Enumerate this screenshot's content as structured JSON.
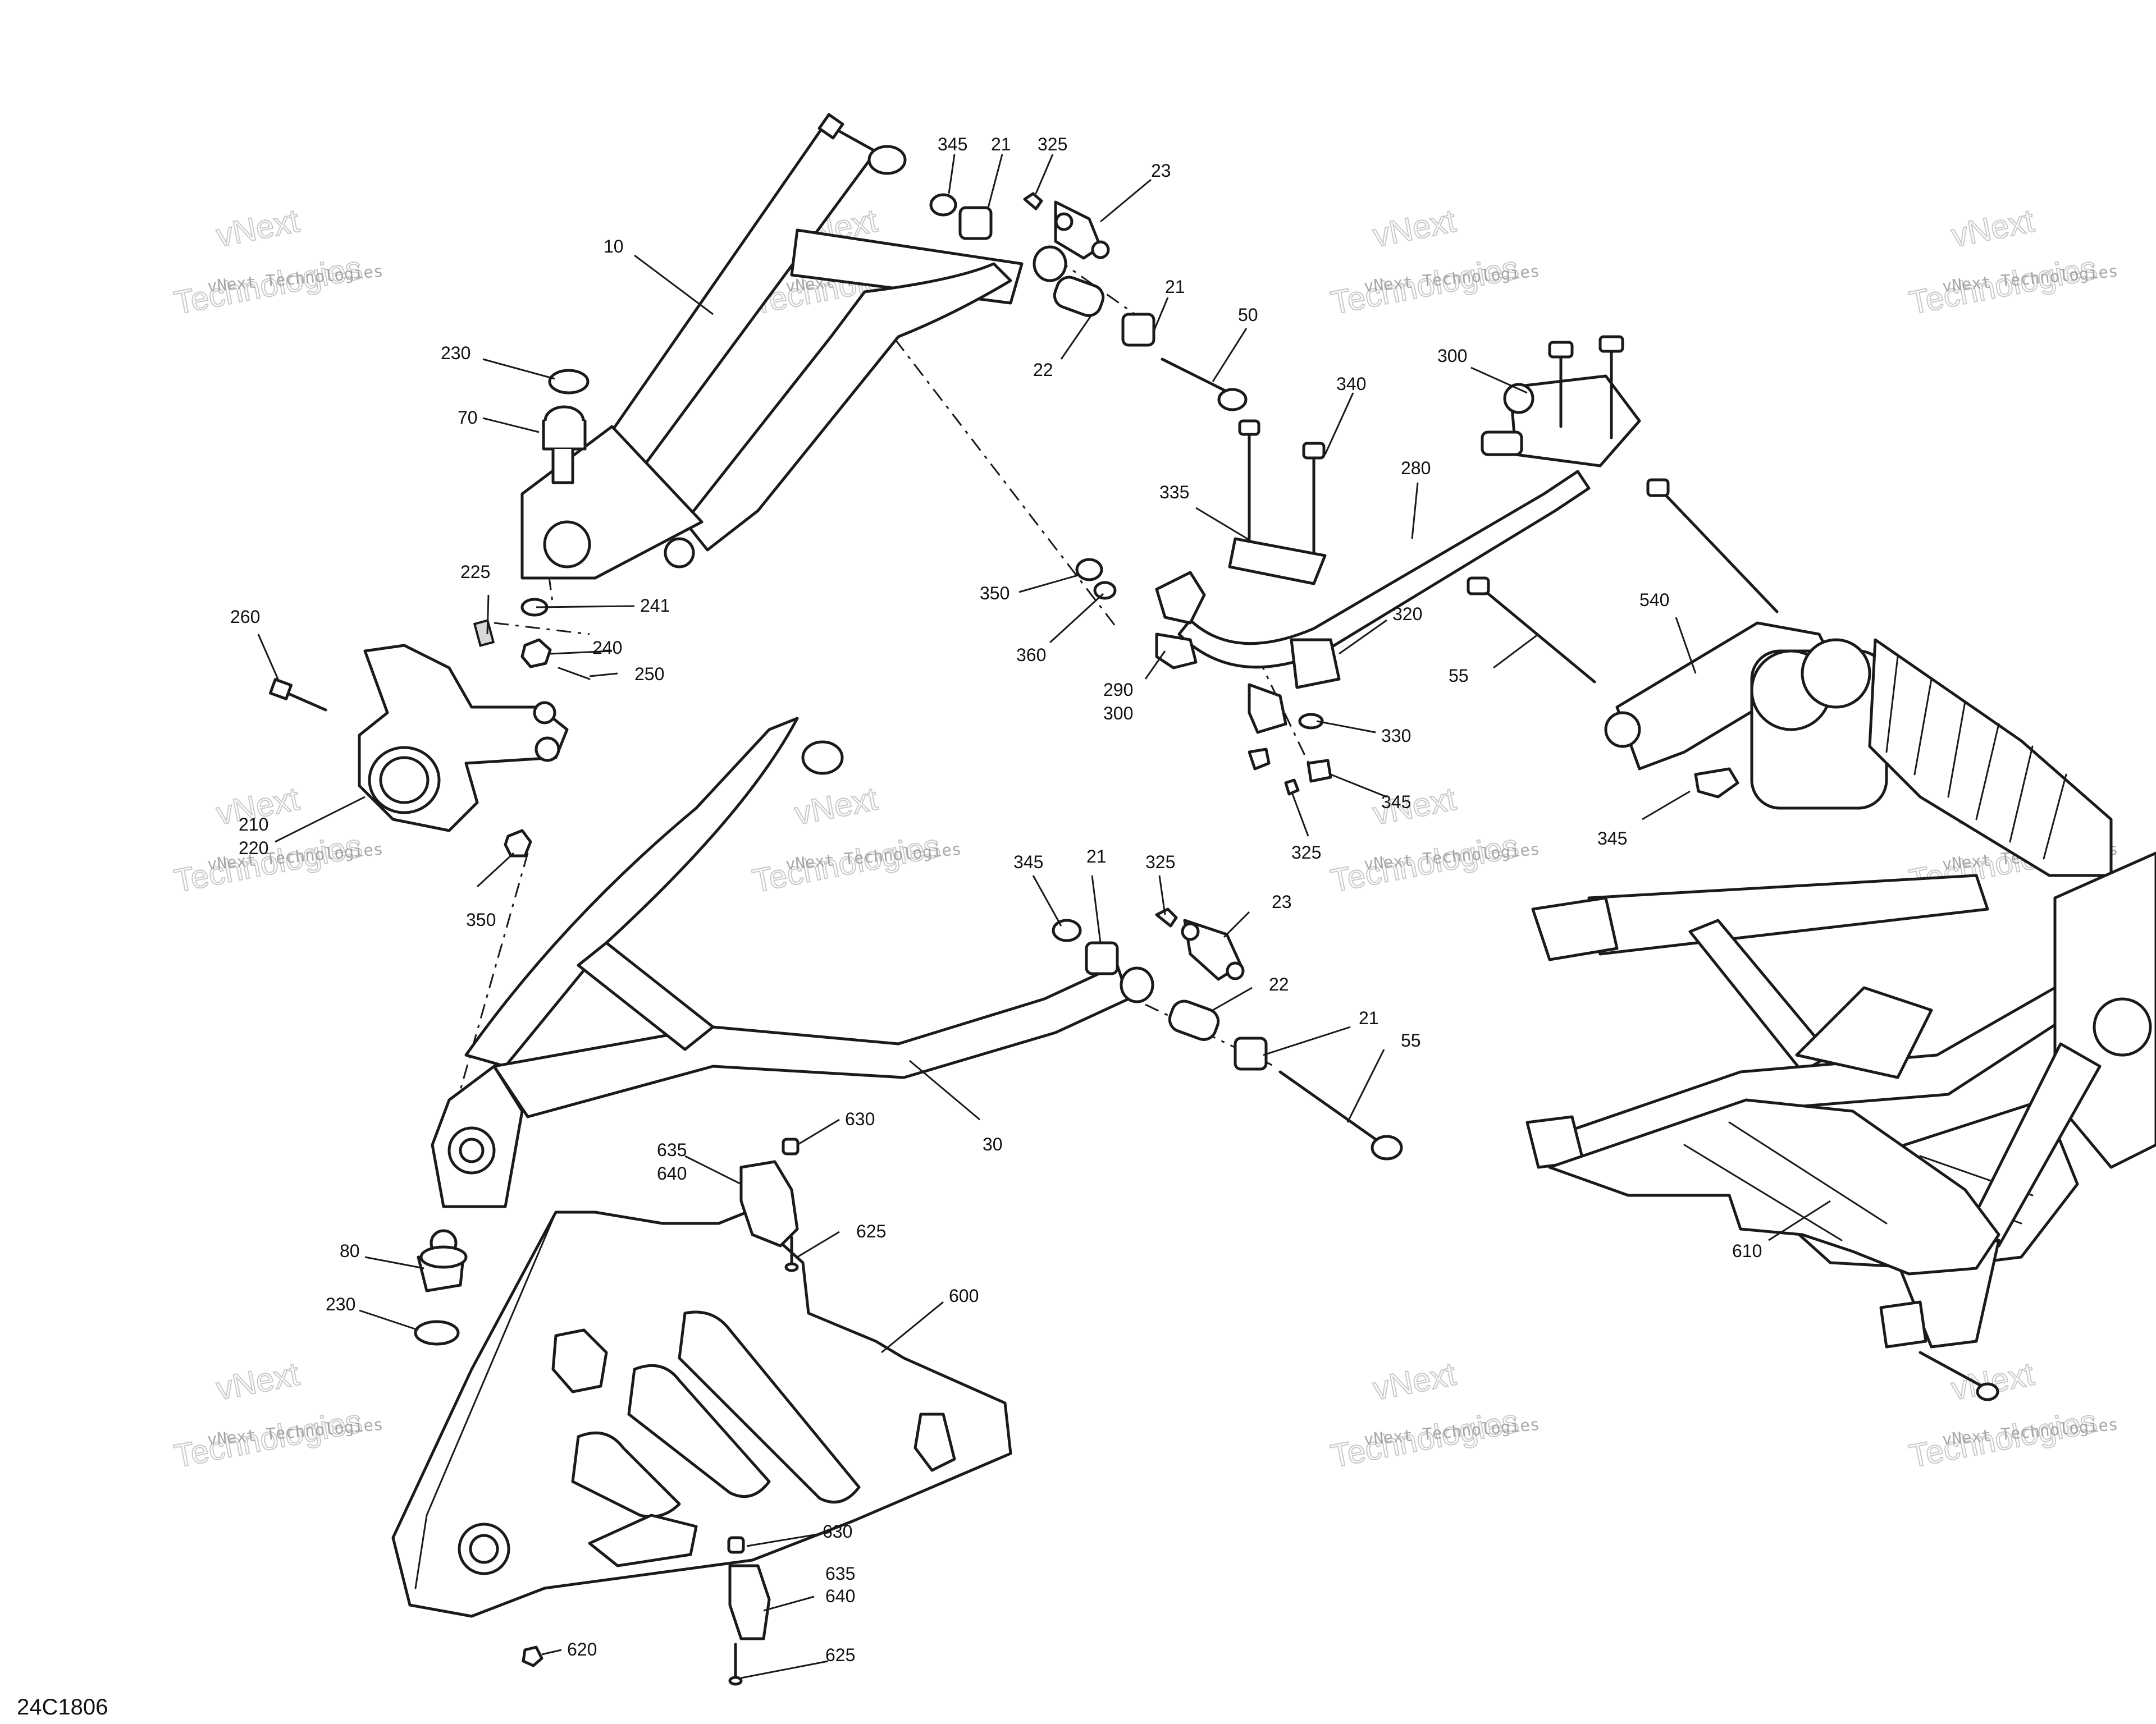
{
  "figure_id": "24C1806",
  "watermark": {
    "line1": "vNext Technologies",
    "line2a": "vNext",
    "line2b": "Technologies"
  },
  "callouts": {
    "c10": "10",
    "c21a": "21",
    "c21b": "21",
    "c21c": "21",
    "c21d": "21",
    "c22a": "22",
    "c22b": "22",
    "c23a": "23",
    "c23b": "23",
    "c30": "30",
    "c50": "50",
    "c55a": "55",
    "c55b": "55",
    "c70": "70",
    "c80": "80",
    "c210": "210",
    "c220": "220",
    "c225": "225",
    "c230a": "230",
    "c230b": "230",
    "c240": "240",
    "c241": "241",
    "c250": "250",
    "c260": "260",
    "c280": "280",
    "c290": "290",
    "c300a": "300",
    "c300b": "300",
    "c320": "320",
    "c325a": "325",
    "c325b": "325",
    "c325c": "325",
    "c330": "330",
    "c335": "335",
    "c340": "340",
    "c345a": "345",
    "c345b": "345",
    "c345c": "345",
    "c345d": "345",
    "c350a": "350",
    "c350b": "350",
    "c360": "360",
    "c540": "540",
    "c600": "600",
    "c610": "610",
    "c620": "620",
    "c625a": "625",
    "c625b": "625",
    "c630a": "630",
    "c630b": "630",
    "c635a": "635",
    "c635b": "635",
    "c640a": "640",
    "c640b": "640"
  }
}
